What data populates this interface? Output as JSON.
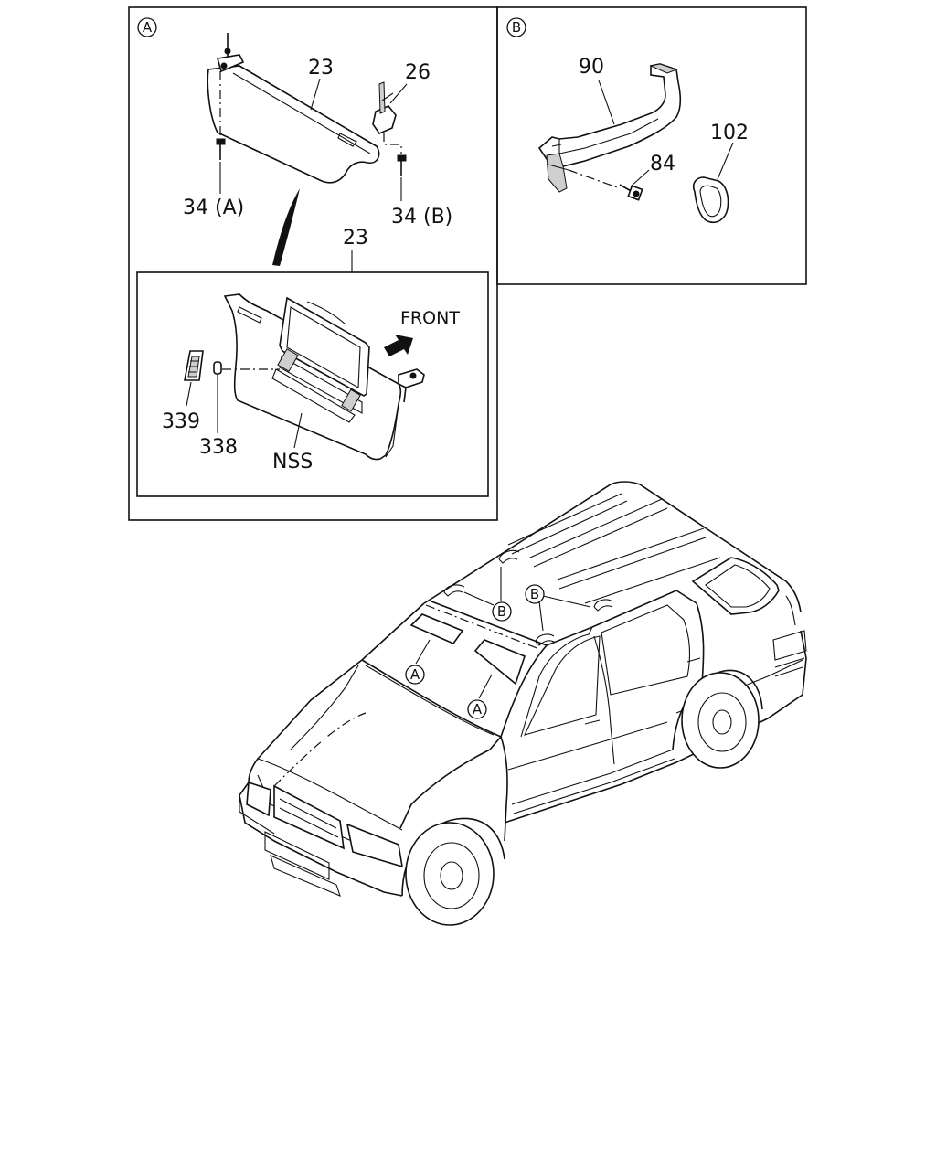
{
  "panel_a": {
    "marker": "A",
    "labels": {
      "visor_top": "23",
      "clip": "26",
      "screw_a": "34 (A)",
      "screw_b": "34 (B)",
      "visor_inset": "23",
      "front": "FRONT",
      "lamp_cover": "339",
      "bulb": "338",
      "nss": "NSS"
    }
  },
  "panel_b": {
    "marker": "B",
    "labels": {
      "grip": "90",
      "bolt": "84",
      "cover": "102"
    }
  },
  "vehicle": {
    "callouts": [
      "B",
      "B",
      "A",
      "A"
    ]
  }
}
